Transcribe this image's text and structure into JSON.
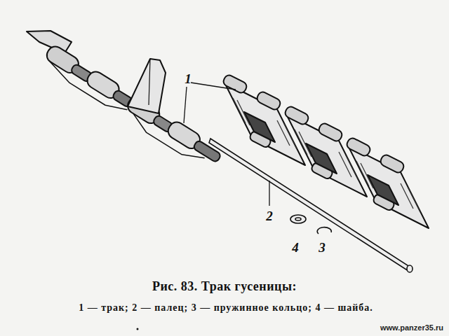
{
  "diagram": {
    "caption": "Рис. 83. Трак гусеницы:",
    "labels": [
      "1",
      "2",
      "4",
      "3",
      "1 — трак; 2 — палец; 3 — пружинное кольцо; 4 — шайба.",
      "www.panzer35.ru"
    ]
  }
}
